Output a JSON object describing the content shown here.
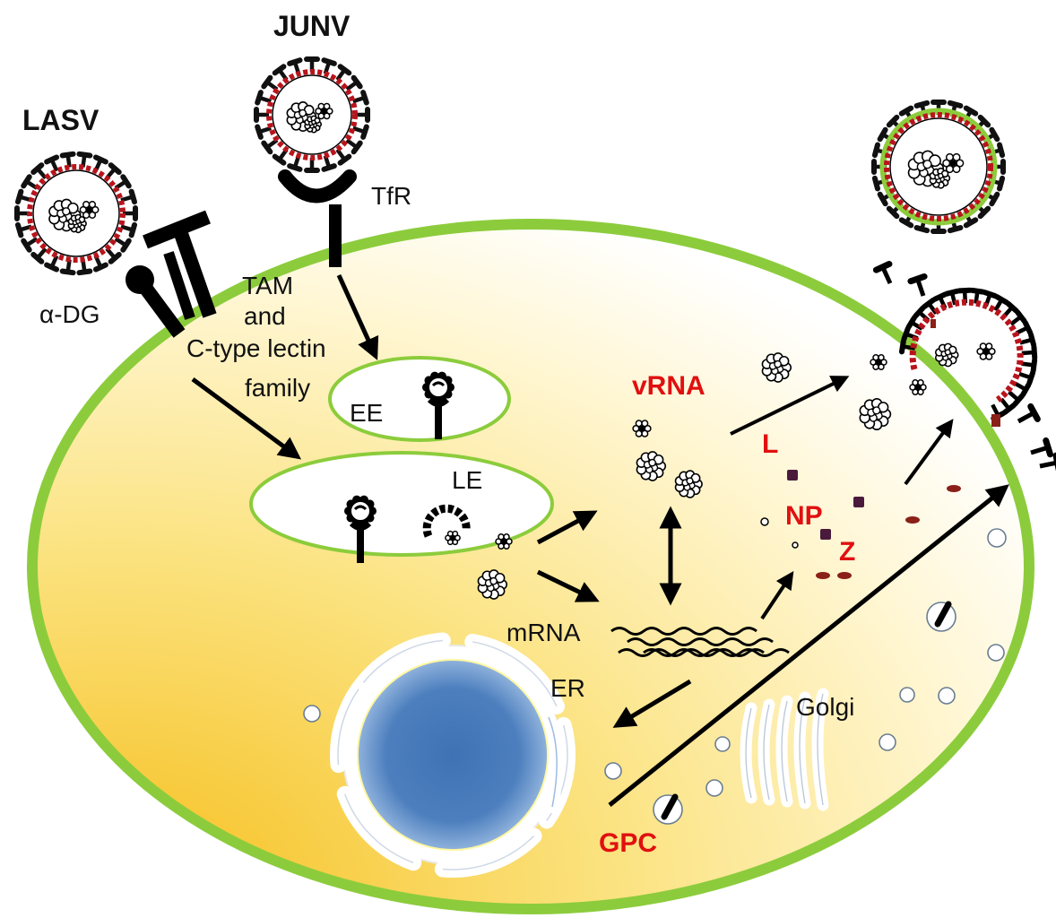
{
  "labels": {
    "lasv": "LASV",
    "junv": "JUNV",
    "tfr": "TfR",
    "alpha_dg": "α-DG",
    "tam": "TAM",
    "and": "and",
    "ctype": "C-type lectin",
    "family": "family",
    "ee": "EE",
    "le": "LE",
    "vrna": "vRNA",
    "mrna": "mRNA",
    "l": "L",
    "np": "NP",
    "z": "Z",
    "er": "ER",
    "golgi": "Golgi",
    "gpc": "GPC"
  },
  "colors": {
    "membrane": "#8ccc3c",
    "cytoplasm_dark": "#f6bf1e",
    "cytoplasm_light": "#ffffff",
    "nucleus": "#3f72b4",
    "nucleus_light": "#8fb2dc",
    "virus_envelope": "#b8141c",
    "spike": "#111111",
    "label_red": "#e01010",
    "L_protein": "#4a1a3c",
    "Z_protein": "#8a2018"
  },
  "icons": [
    "virion-icon",
    "receptor-icon",
    "rnp-icon",
    "arrow-icon",
    "vesicle-icon",
    "nucleus-icon",
    "golgi-icon"
  ]
}
